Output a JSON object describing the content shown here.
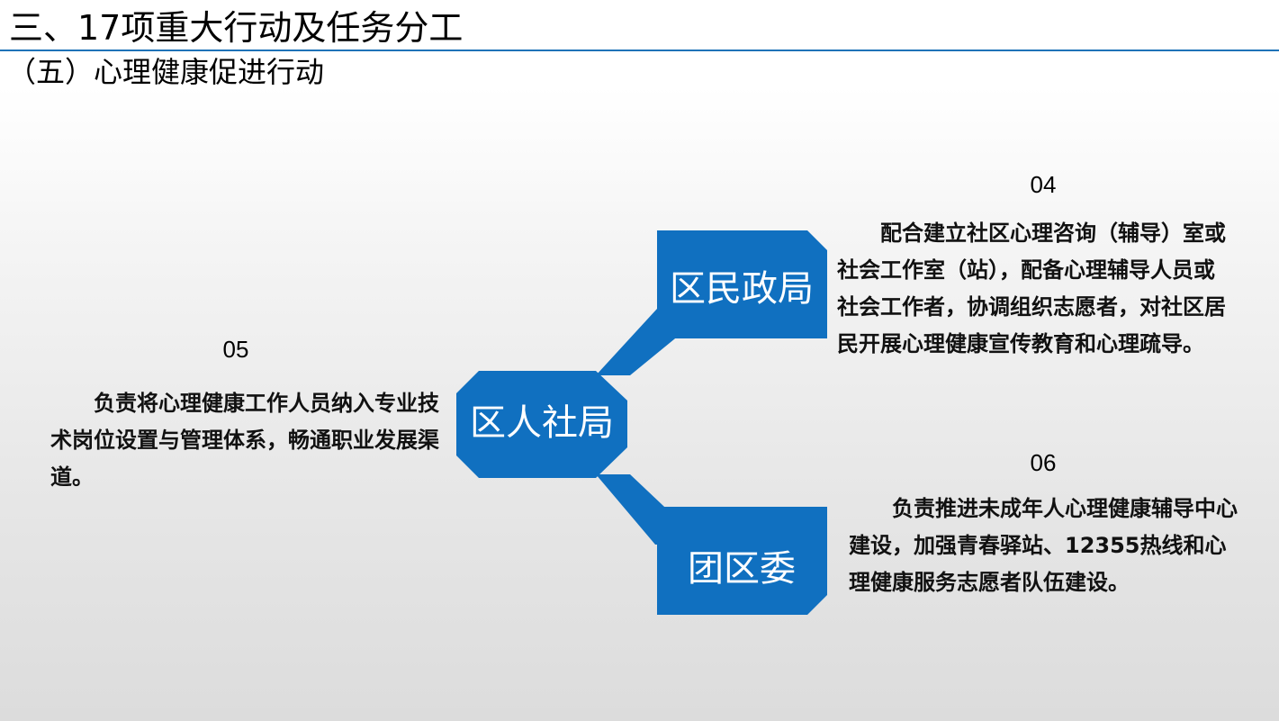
{
  "slide": {
    "title": "三、17项重大行动及任务分工",
    "subtitle": "（五）心理健康促进行动"
  },
  "colors": {
    "accent": "#1070c0",
    "rule": "#1e73b8"
  },
  "nodes": {
    "center": "区人社局",
    "top": "区民政局",
    "bottom": "团区委"
  },
  "items": {
    "left": {
      "number": "05",
      "text": "负责将心理健康工作人员纳入专业技术岗位设置与管理体系，畅通职业发展渠道。"
    },
    "top_right": {
      "number": "04",
      "text": "配合建立社区心理咨询（辅导）室或社会工作室（站），配备心理辅导人员或社会工作者，协调组织志愿者，对社区居民开展心理健康宣传教育和心理疏导。"
    },
    "bottom_right": {
      "number": "06",
      "text": "负责推进未成年人心理健康辅导中心建设，加强青春驿站、12355热线和心理健康服务志愿者队伍建设。"
    }
  }
}
